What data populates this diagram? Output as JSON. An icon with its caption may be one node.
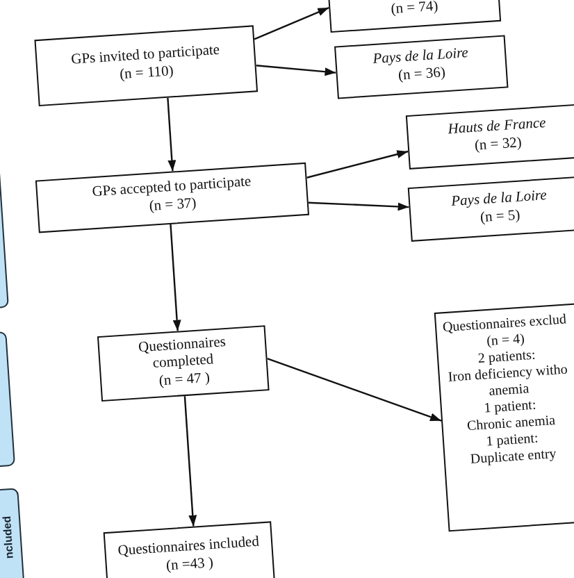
{
  "diagram": {
    "nodes": [
      {
        "text": [
          "GPs invited to participate",
          "(n = 110)"
        ]
      },
      {
        "text": [
          "(n = 74)"
        ]
      },
      {
        "text": [
          "Pays de la Loire",
          "(n = 36)"
        ]
      },
      {
        "text": [
          "GPs accepted to participate",
          "(n = 37)"
        ]
      },
      {
        "text": [
          "Hauts de France",
          "(n = 32)"
        ]
      },
      {
        "text": [
          "Pays de la Loire",
          "(n = 5)"
        ]
      },
      {
        "text": [
          "Questionnaires completed",
          "(n = 47 )"
        ]
      },
      {
        "text": [
          "Questionnaires exclud",
          "(n = 4)",
          "2 patients:",
          "Iron deficiency witho anemia",
          "1 patient:",
          "Chronic anemia",
          "1 patient:",
          "Duplicate entry"
        ]
      },
      {
        "text": [
          "Questionnaires included",
          "(n =43 )"
        ]
      },
      {
        "text": [],
        "shape": "bar"
      },
      {
        "text": [],
        "shape": "bar"
      },
      {
        "text": [
          "ncluded"
        ]
      }
    ],
    "edges": [
      {
        "from": 0,
        "to": 1,
        "arrow": "to"
      },
      {
        "from": 0,
        "to": 2,
        "arrow": "to"
      },
      {
        "from": 0,
        "to": 3,
        "arrow": "to"
      },
      {
        "from": 3,
        "to": 4,
        "arrow": "to"
      },
      {
        "from": 3,
        "to": 5,
        "arrow": "to"
      },
      {
        "from": 3,
        "to": 6,
        "arrow": "to"
      },
      {
        "from": 6,
        "to": 7,
        "arrow": "to"
      },
      {
        "from": 6,
        "to": 8,
        "arrow": "to"
      }
    ]
  }
}
